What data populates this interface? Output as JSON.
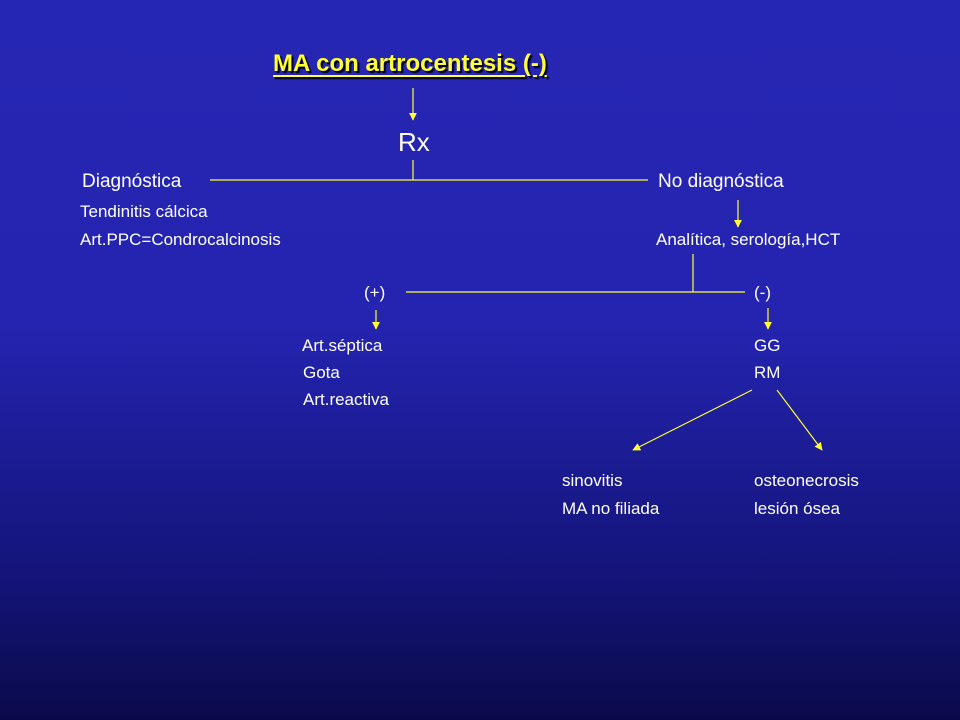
{
  "title": "MA con artrocentesis (-)",
  "rx": "Rx",
  "left_branch": {
    "label": "Diagnóstica",
    "items": [
      "Tendinitis cálcica",
      "Art.PPC=Condrocalcinosis"
    ]
  },
  "right_branch": {
    "label": "No diagnóstica",
    "next": "Analítica, serología,HCT"
  },
  "positive": {
    "label": "(+)",
    "items": [
      "Art.séptica",
      "Gota",
      "Art.reactiva"
    ]
  },
  "negative": {
    "label": "(-)",
    "items": [
      "GG",
      "RM"
    ]
  },
  "outcomes": {
    "left": [
      "sinovitis",
      "MA no filiada"
    ],
    "right": [
      "osteonecrosis",
      "lesión ósea"
    ]
  },
  "colors": {
    "title": "#ffff33",
    "text": "#ffffff",
    "lines": "#ffff33",
    "background": "#2424b0"
  }
}
